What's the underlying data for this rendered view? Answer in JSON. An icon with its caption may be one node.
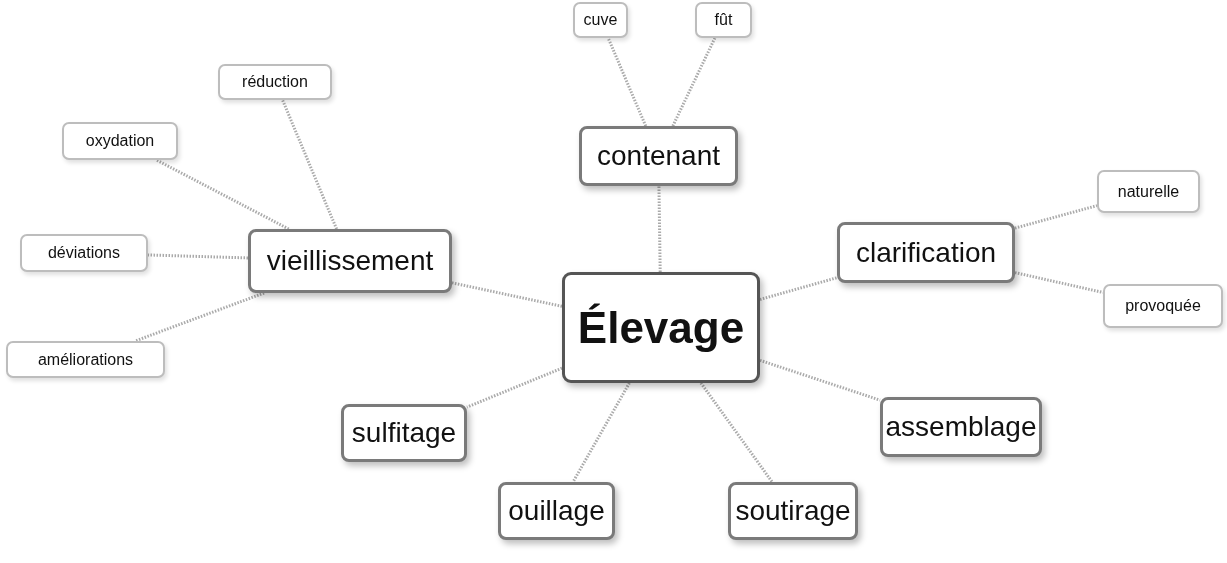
{
  "diagram": {
    "nodes": [
      {
        "text": [
          "Élevage"
        ]
      },
      {
        "text": [
          "contenant"
        ]
      },
      {
        "text": [
          "cuve"
        ]
      },
      {
        "text": [
          "fût"
        ]
      },
      {
        "text": [
          "clarification"
        ]
      },
      {
        "text": [
          "naturelle"
        ]
      },
      {
        "text": [
          "provoquée"
        ]
      },
      {
        "text": [
          "assemblage"
        ]
      },
      {
        "text": [
          "soutirage"
        ]
      },
      {
        "text": [
          "ouillage"
        ]
      },
      {
        "text": [
          "sulfitage"
        ]
      },
      {
        "text": [
          "vieillissement"
        ]
      },
      {
        "text": [
          "réduction"
        ]
      },
      {
        "text": [
          "oxydation"
        ]
      },
      {
        "text": [
          "déviations"
        ]
      },
      {
        "text": [
          "améliorations"
        ]
      }
    ],
    "edges": [
      {
        "from": 0,
        "to": 1,
        "arrow": "none"
      },
      {
        "from": 1,
        "to": 2,
        "arrow": "none"
      },
      {
        "from": 1,
        "to": 3,
        "arrow": "none"
      },
      {
        "from": 0,
        "to": 4,
        "arrow": "none"
      },
      {
        "from": 4,
        "to": 5,
        "arrow": "none"
      },
      {
        "from": 4,
        "to": 6,
        "arrow": "none"
      },
      {
        "from": 0,
        "to": 7,
        "arrow": "none"
      },
      {
        "from": 0,
        "to": 8,
        "arrow": "none"
      },
      {
        "from": 0,
        "to": 9,
        "arrow": "none"
      },
      {
        "from": 0,
        "to": 10,
        "arrow": "none"
      },
      {
        "from": 0,
        "to": 11,
        "arrow": "none"
      },
      {
        "from": 11,
        "to": 12,
        "arrow": "none"
      },
      {
        "from": 11,
        "to": 13,
        "arrow": "none"
      },
      {
        "from": 11,
        "to": 14,
        "arrow": "none"
      },
      {
        "from": 11,
        "to": 15,
        "arrow": "none"
      }
    ]
  }
}
